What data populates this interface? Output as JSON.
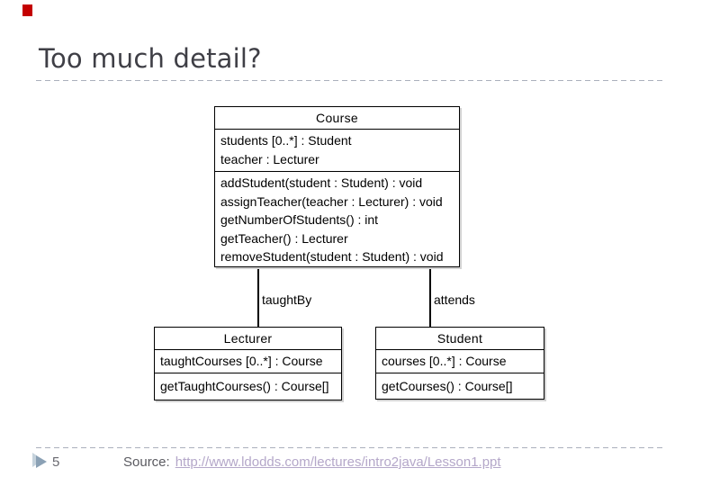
{
  "slide": {
    "title": "Too much detail?",
    "page_number": "5",
    "source_label": "Source:",
    "source_link": "http://www.ldodds.com/lectures/intro2java/Lesson1.ppt"
  },
  "colors": {
    "title_text": "#3f3f46",
    "accent_mark": "#c40000",
    "divider": "#aab0bc",
    "uml_border": "#000000",
    "page_marker": "#8ba1b5",
    "page_number_text": "#696970",
    "link": "#b4a7c9"
  },
  "diagram": {
    "classes": [
      {
        "name": "Course",
        "attributes": [
          "students [0..*] : Student",
          "teacher : Lecturer"
        ],
        "methods": [
          "addStudent(student : Student) : void",
          "assignTeacher(teacher : Lecturer) : void",
          "getNumberOfStudents() : int",
          "getTeacher() : Lecturer",
          "removeStudent(student : Student) : void"
        ]
      },
      {
        "name": "Lecturer",
        "attributes": [
          "taughtCourses [0..*] : Course"
        ],
        "methods": [
          "getTaughtCourses() : Course[]"
        ]
      },
      {
        "name": "Student",
        "attributes": [
          "courses [0..*] : Course"
        ],
        "methods": [
          "getCourses() : Course[]"
        ]
      }
    ],
    "relationships": [
      {
        "label": "taughtBy",
        "from": "Course",
        "to": "Lecturer"
      },
      {
        "label": "attends",
        "from": "Course",
        "to": "Student"
      }
    ]
  }
}
